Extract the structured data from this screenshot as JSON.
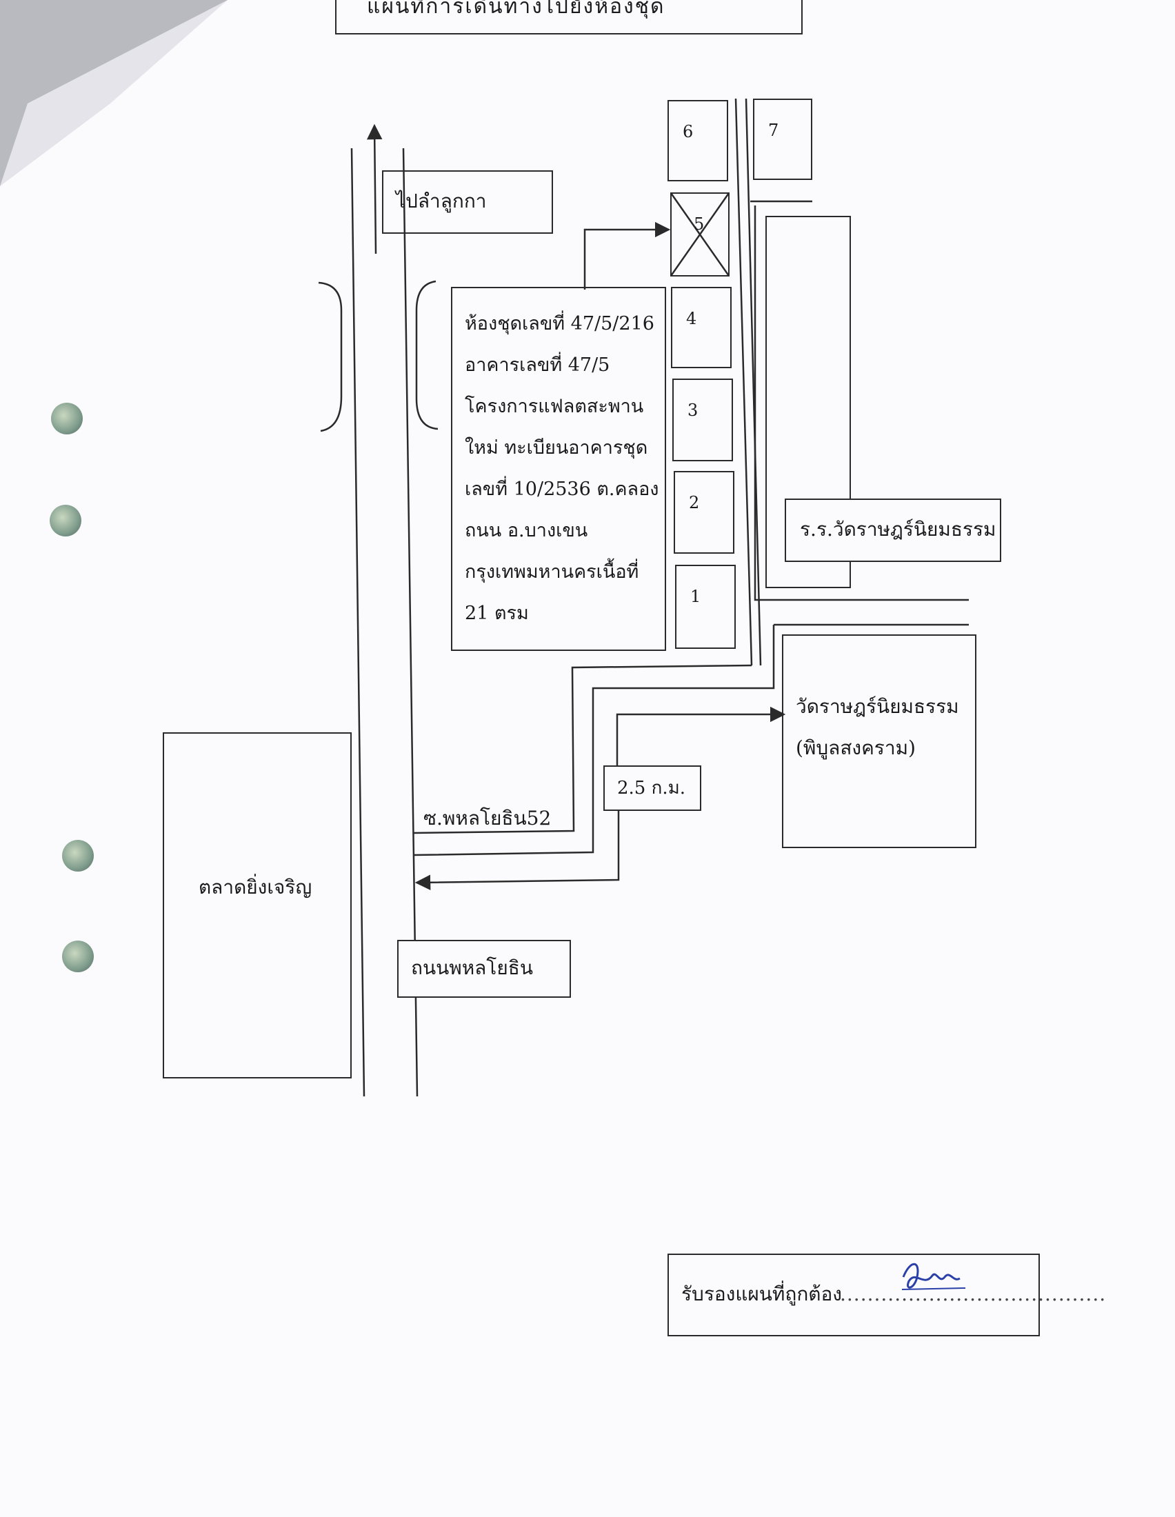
{
  "header": {
    "title": "แผนที่การเดินทางไปยังห้องชุด"
  },
  "labels": {
    "to_lam_luk_ka": "ไปลำลูกกา",
    "room_desc": [
      "ห้องชุดเลขที่ 47/5/216",
      "อาคารเลขที่ 47/5",
      "โครงการแฟลตสะพาน",
      "ใหม่ ทะเบียนอาคารชุด",
      "เลขที่ 10/2536 ต.คลอง",
      "ถนน อ.บางเขน",
      "กรุงเทพมหานครเนื้อที่",
      "21 ตรม"
    ],
    "school": "ร.ร.วัดราษฎร์นิยมธรรม",
    "temple_line1": "วัดราษฎร์นิยมธรรม",
    "temple_line2": "(พิบูลสงคราม)",
    "distance": "2.5 ก.ม.",
    "soi": "ซ.พหลโยธิน52",
    "market": "ตลาดยิ่งเจริญ",
    "road": "ถนนพหลโยธิน",
    "certify": "รับรองแผนที่ถูกต้อง"
  },
  "buildings": {
    "b1": "1",
    "b2": "2",
    "b3": "3",
    "b4": "4",
    "b5": "5",
    "b6": "6",
    "b7": "7"
  },
  "colors": {
    "ink": "#2a2a2a",
    "signature": "#2a3fa8",
    "punch_hole": "#7f9c8c"
  },
  "icons": {
    "punch_holes": "punch-hole-icon",
    "page_fold": "page-fold-icon",
    "signature": "signature-icon"
  }
}
